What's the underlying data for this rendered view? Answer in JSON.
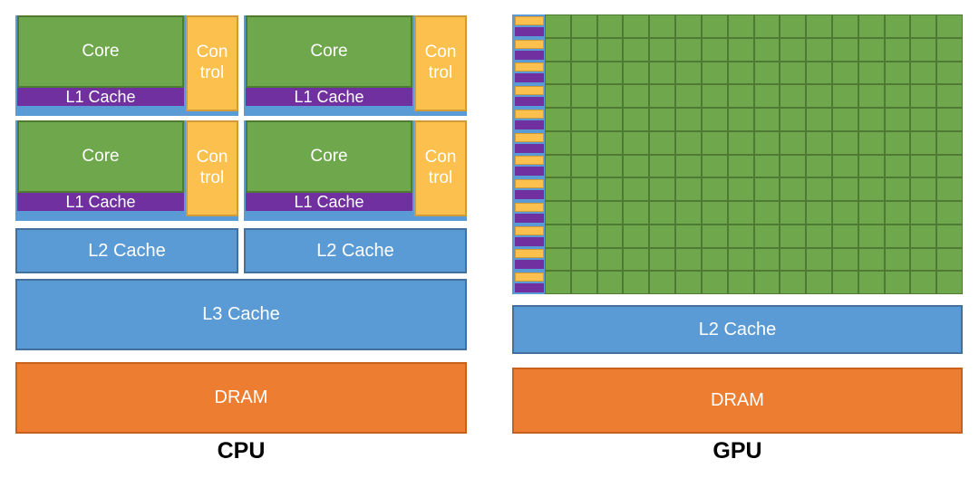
{
  "colors": {
    "core_green": "#6fa84c",
    "core_green_border": "#4f7a33",
    "control_amber": "#fbc04d",
    "control_amber_border": "#d09a36",
    "l1_purple": "#7030a0",
    "cache_blue": "#5b9bd5",
    "cache_blue_border": "#41719c",
    "dram_orange": "#ed7d31",
    "dram_orange_border": "#c9611e",
    "label_white": "#ffffff",
    "caption_black": "#000000"
  },
  "cpu": {
    "caption": "CPU",
    "num_core_blocks": 4,
    "core_label": "Core",
    "control_label": "Control",
    "control_lines": {
      "line1": "Con",
      "line2": "trol"
    },
    "l1_label": "L1 Cache",
    "l2_label": "L2 Cache",
    "l2_count": 2,
    "l3_label": "L3 Cache",
    "dram_label": "DRAM"
  },
  "gpu": {
    "caption": "GPU",
    "grid": {
      "rows": 12,
      "green_cols": 16,
      "left_column": "control-and-l1-strips-per-row"
    },
    "l2_label": "L2 Cache",
    "dram_label": "DRAM"
  }
}
